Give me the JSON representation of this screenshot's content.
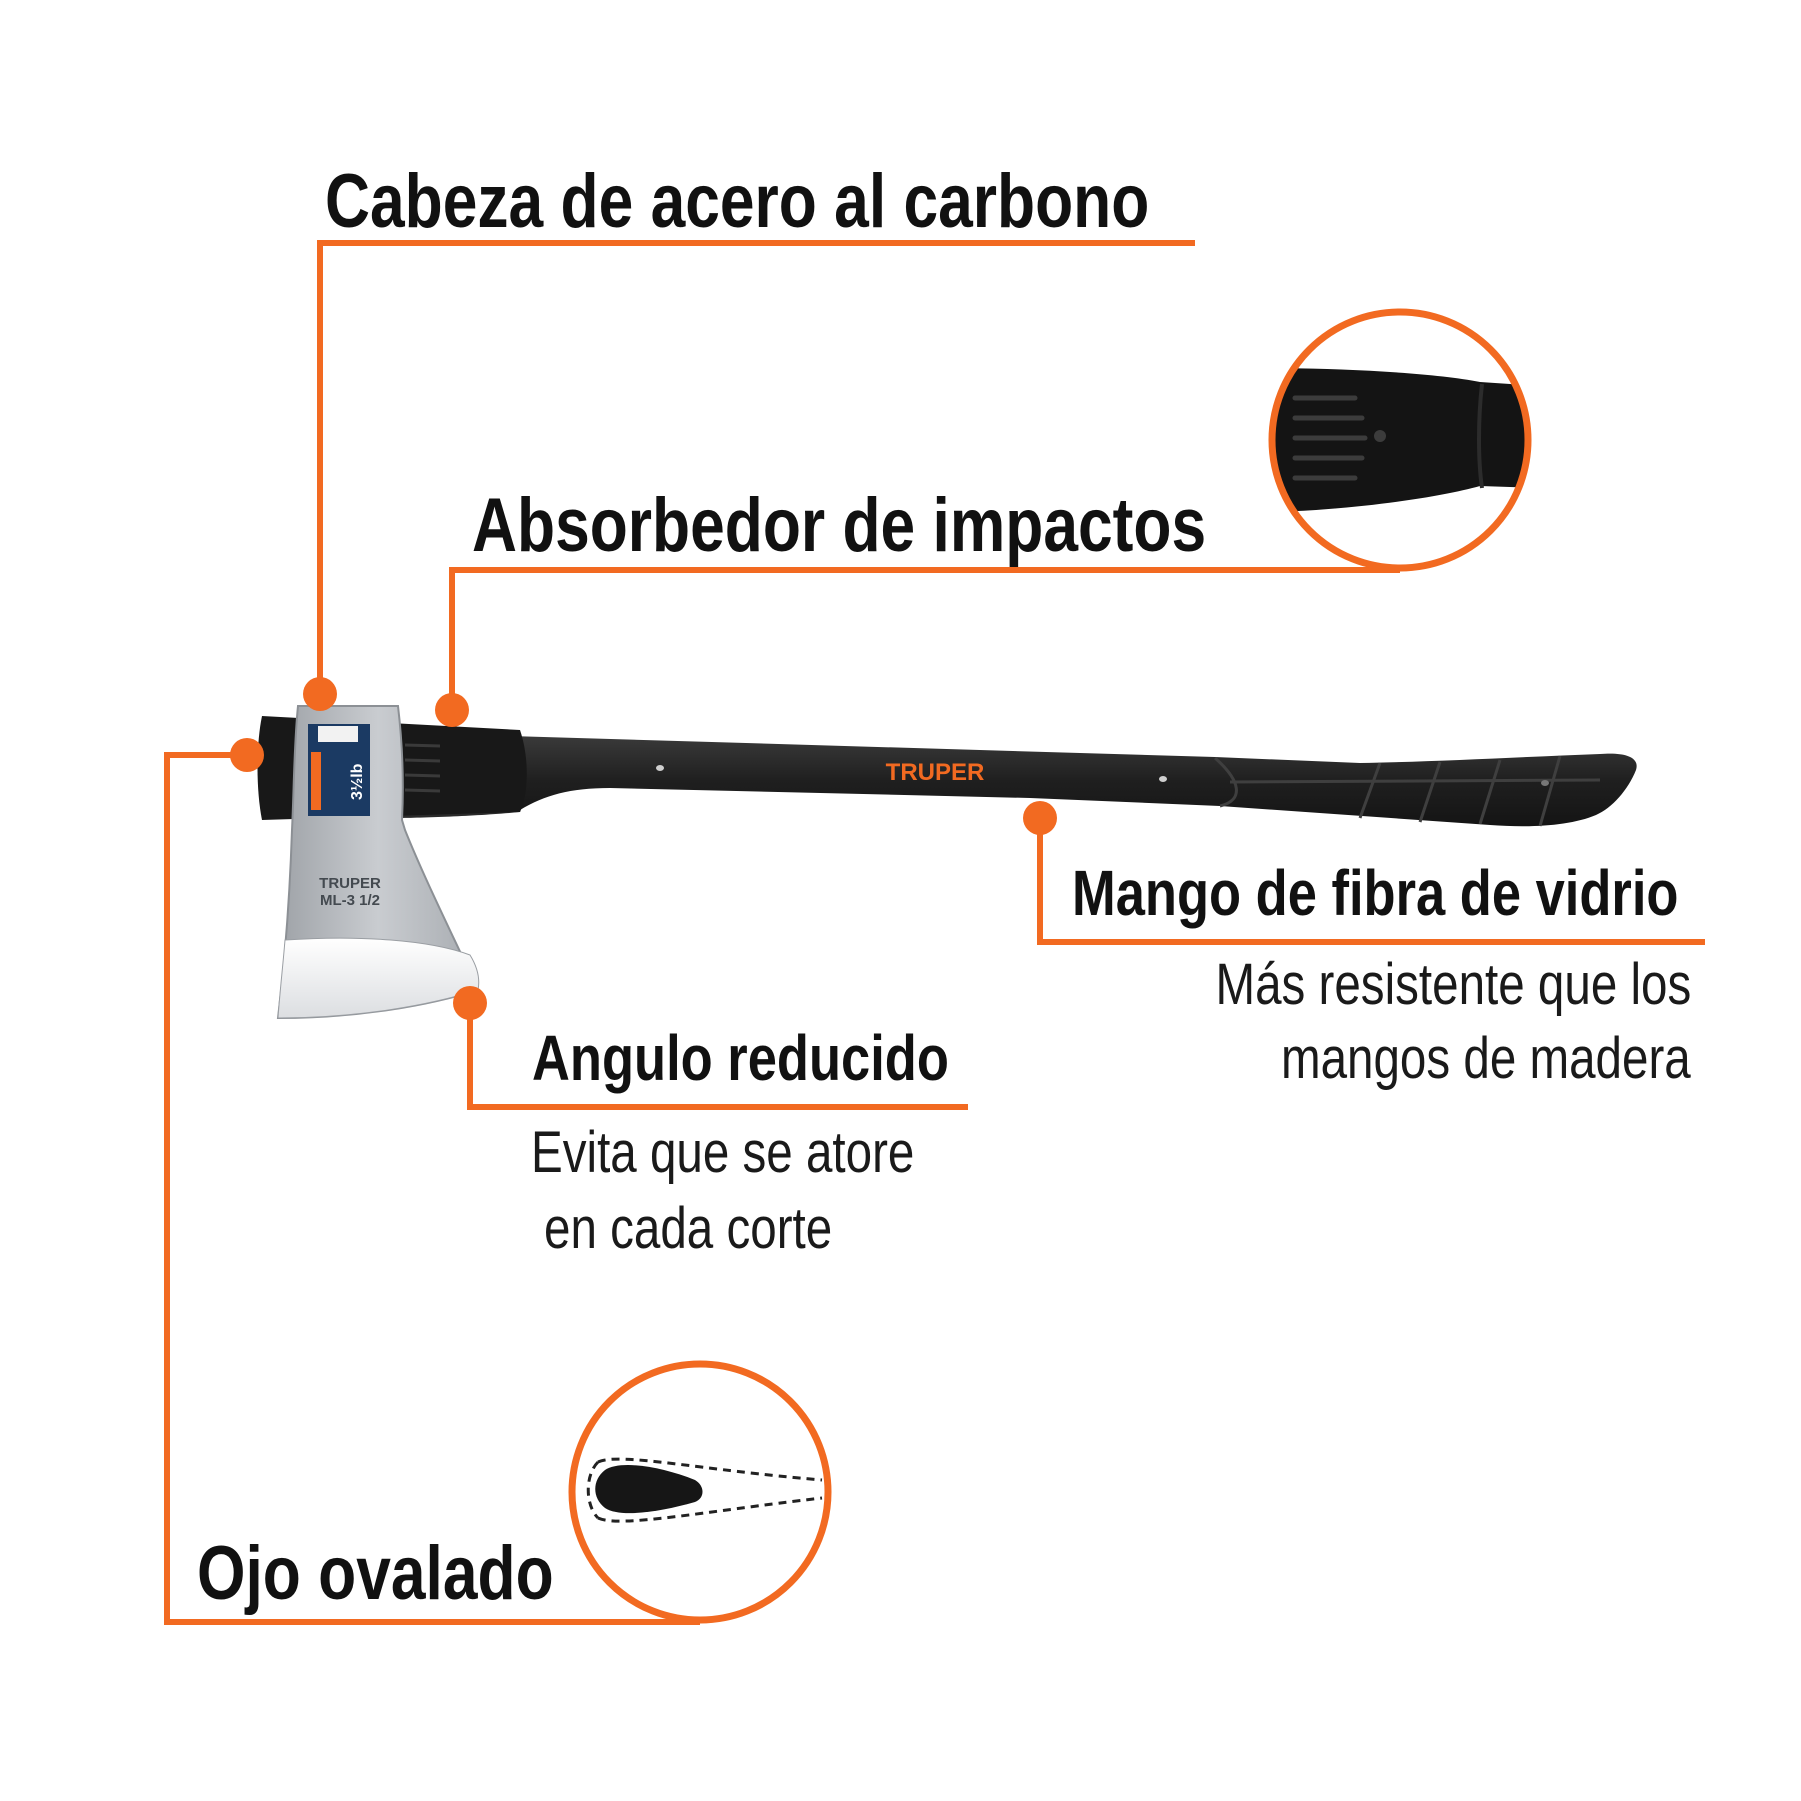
{
  "colors": {
    "accent": "#f26a21",
    "handle": "#222222",
    "steel": "#b9bcc0",
    "text": "#111111",
    "background": "#ffffff"
  },
  "callouts": {
    "head": {
      "title": "Cabeza de acero al carbono"
    },
    "shock": {
      "title": "Absorbedor de impactos"
    },
    "handle": {
      "title": "Mango de fibra de vidrio",
      "desc_line1": "Más resistente que los",
      "desc_line2": "mangos de madera"
    },
    "angle": {
      "title": "Angulo reducido",
      "desc_line1": "Evita que se atore",
      "desc_line2": "en cada corte"
    },
    "eye": {
      "title": "Ojo ovalado"
    }
  },
  "product": {
    "brand": "TRUPER",
    "head_mark_line1": "TRUPER",
    "head_mark_line2": "ML-3 1/2",
    "label_weight": "3½lb"
  }
}
